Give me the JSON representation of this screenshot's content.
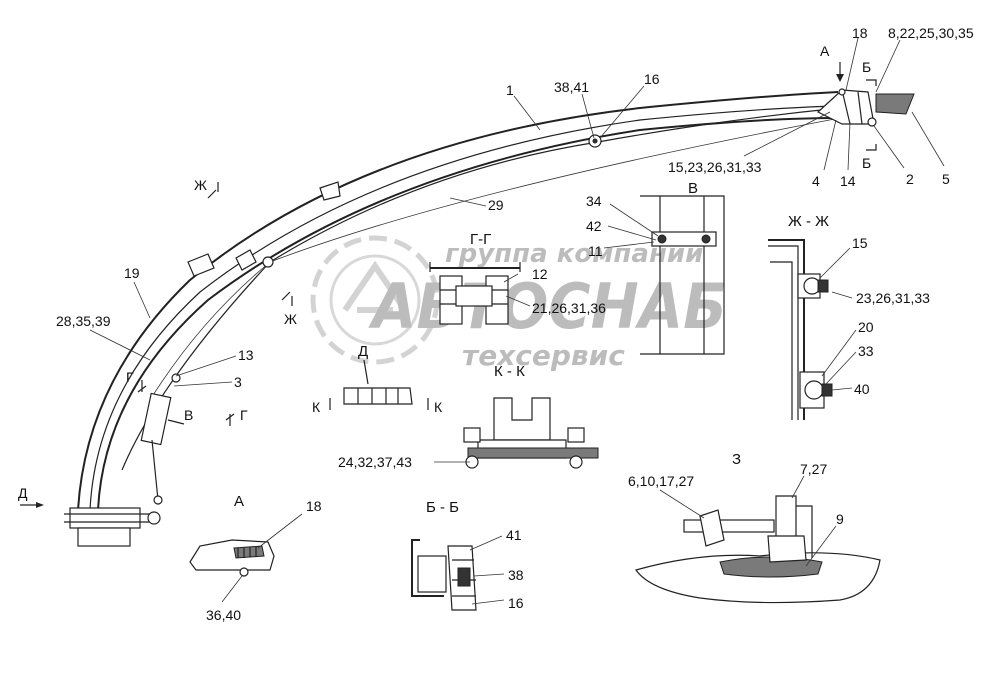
{
  "watermark": {
    "line1": "группа компаний",
    "line2": "АВТОСНАБ",
    "line3": "техсервис"
  },
  "section_titles": {
    "A": "А",
    "B": "В",
    "Z": "З",
    "GG": "Г-Г",
    "KK": "К - К",
    "BB": "Б - Б",
    "ZhZh": "Ж - Ж",
    "D": "Д"
  },
  "view_markers": {
    "A_top": "А",
    "B_top": "Б",
    "B_bottom": "Б",
    "Zh_upper": "Ж",
    "Zh_lower": "Ж",
    "G_left": "Г",
    "G_right": "Г",
    "V": "В",
    "D": "Д",
    "K_left": "К",
    "K_right": "К"
  },
  "callouts": {
    "c1": "1",
    "c38_41": "38,41",
    "c16_top": "16",
    "c18_top": "18",
    "c8_22": "8,22,25,30,35",
    "c15_23": "15,23,26,31,33",
    "c4": "4",
    "c14": "14",
    "c2": "2",
    "c5": "5",
    "c29": "29",
    "c19": "19",
    "c28_35": "28,35,39",
    "c13": "13",
    "c3": "3",
    "c12": "12",
    "c21_26": "21,26,31,36",
    "c34": "34",
    "c42": "42",
    "c11": "11",
    "c15_zh": "15",
    "c23_zh": "23,26,31,33",
    "c20": "20",
    "c33": "33",
    "c40": "40",
    "c24_32": "24,32,37,43",
    "c6_10": "6,10,17,27",
    "c7_27": "7,27",
    "c9": "9",
    "c18_a": "18",
    "c36_40": "36,40",
    "c41": "41",
    "c38": "38",
    "c16_bb": "16"
  }
}
